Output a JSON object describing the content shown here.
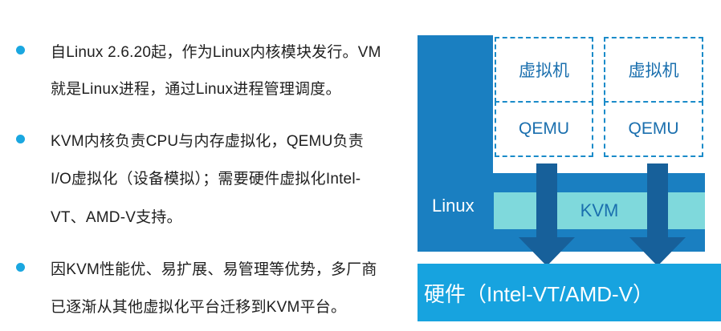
{
  "bullets": [
    {
      "lines": [
        "自Linux 2.6.20起，作为Linux内核模块发行。VM",
        "就是Linux进程，通过Linux进程管理调度。"
      ]
    },
    {
      "lines": [
        "KVM内核负责CPU与内存虚拟化，QEMU负责",
        "I/O虚拟化（设备模拟）；需要硬件虚拟化Intel-",
        "VT、AMD-V支持。"
      ]
    },
    {
      "lines": [
        "因KVM性能优、易扩展、易管理等优势，多厂商",
        "已逐渐从其他虚拟化平台迁移到KVM平台。"
      ]
    }
  ],
  "diagram": {
    "vm_label": "虚拟机",
    "qemu_label": "QEMU",
    "linux_label": "Linux",
    "kvm_label": "KVM",
    "hardware_label": "硬件（Intel-VT/AMD-V）"
  },
  "colors": {
    "linux_blue": "#1a7fc1",
    "kvm_teal": "#7fd9dc",
    "hardware_blue": "#17a3df",
    "dashed_border": "#1a8bc9",
    "bullet": "#1aa7e0",
    "arrow": "#17609a"
  }
}
